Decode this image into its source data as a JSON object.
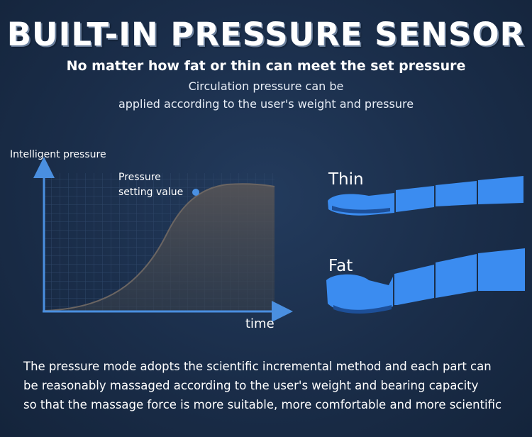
{
  "header": {
    "title": "BUILT-IN PRESSURE SENSOR",
    "subtitle": "No matter how fat or thin can meet the set pressure",
    "desc_line1": "Circulation pressure can be",
    "desc_line2": "applied according to the user's weight and pressure"
  },
  "graph": {
    "y_label": "Intelligent pressure",
    "x_label": "time",
    "annotation_line1": "Pressure",
    "annotation_line2": "setting value",
    "marker_color": "#4a90e2",
    "axis_color": "#4a8fe0"
  },
  "legs": {
    "thin_label": "Thin",
    "fat_label": "Fat",
    "leg_color": "#3b8cf0"
  },
  "footer": {
    "line1": "The pressure mode adopts the scientific incremental method and each part can",
    "line2": "be reasonably massaged according to the user's weight and bearing capacity",
    "line3": "so that the massage force is more suitable, more comfortable and more scientific"
  }
}
